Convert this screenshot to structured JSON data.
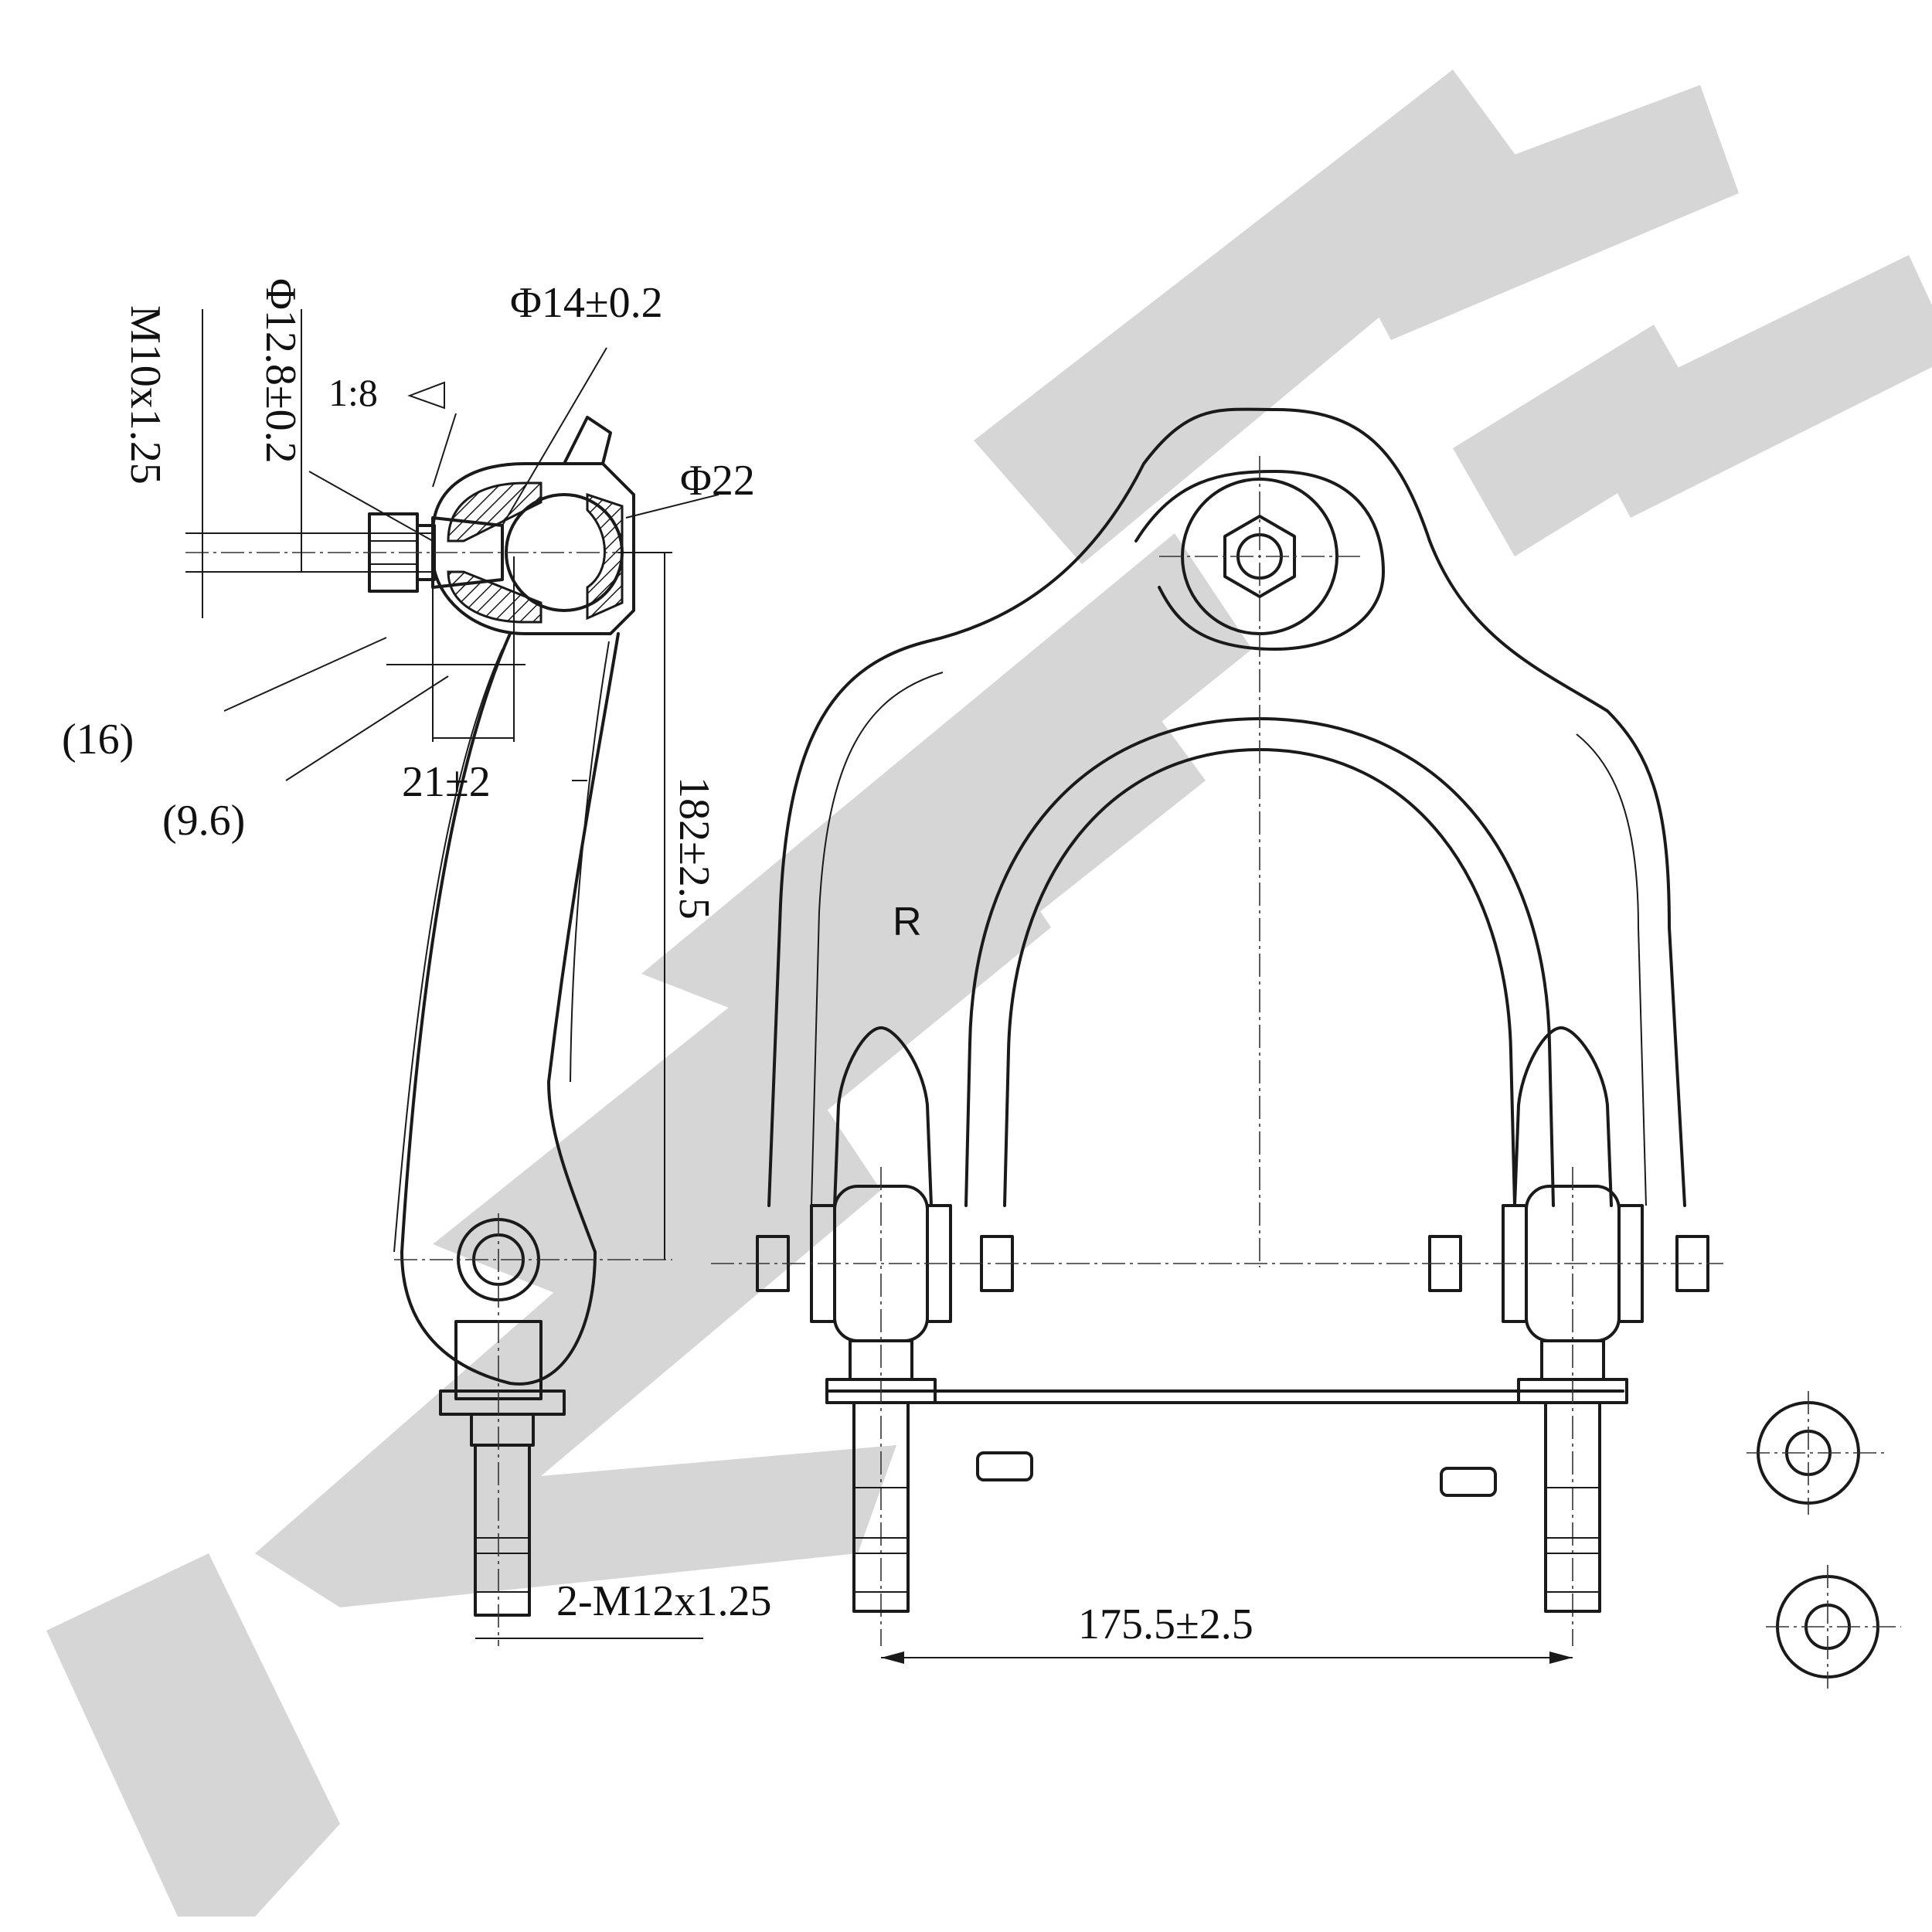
{
  "drawing": {
    "dims": {
      "phi14": "Φ14±0.2",
      "phi22": "Φ22",
      "phi12_8": "Φ12.8±0.2",
      "m10": "M10x1.25",
      "taper": "1:8",
      "d16": "(16)",
      "d9_6": "(9.6)",
      "d21": "21±2",
      "d182": "182±2.5",
      "side": "R",
      "m12": "2-M12x1.25",
      "d175": "175.5±2.5"
    },
    "watermark": {
      "color": "#d6d6d6"
    }
  }
}
